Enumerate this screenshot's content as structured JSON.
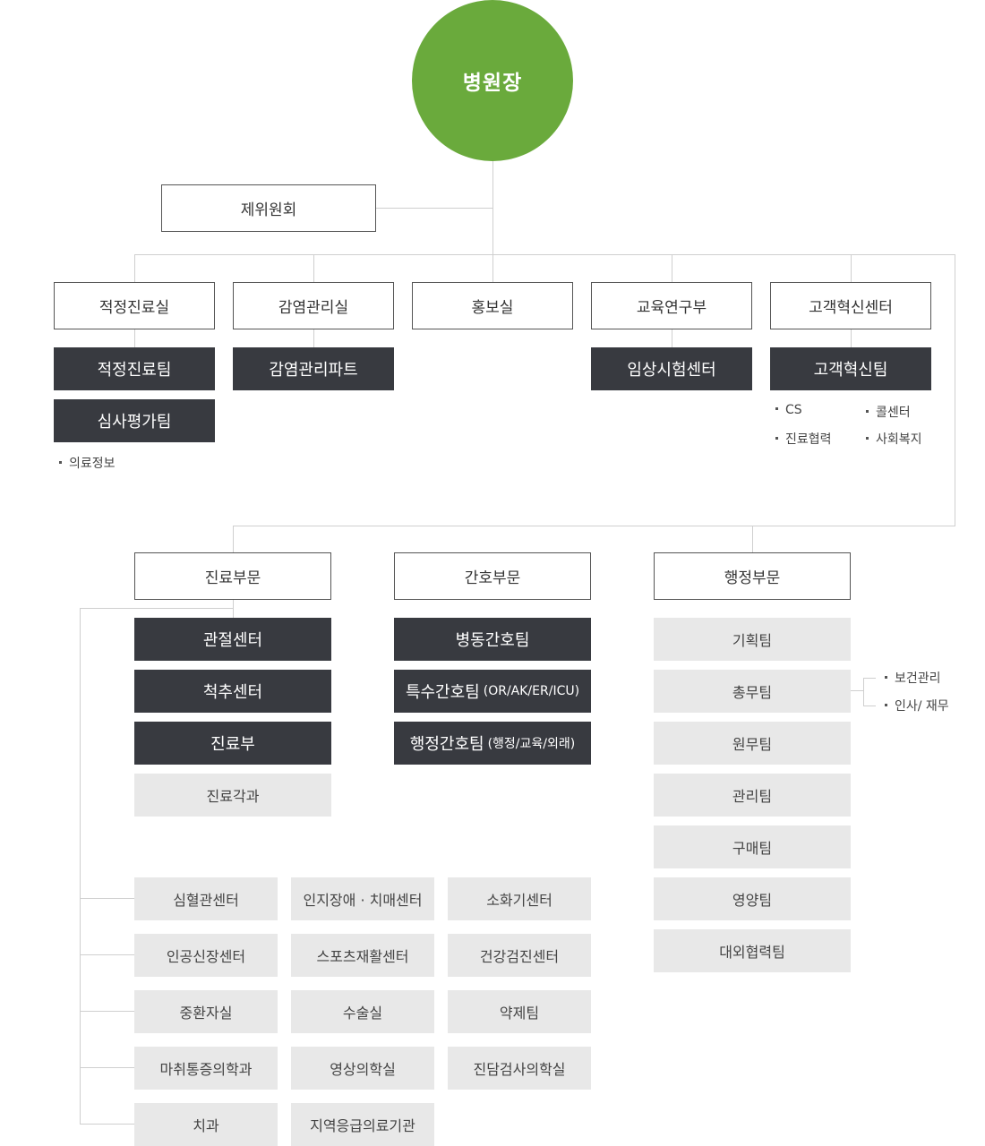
{
  "root": "병원장",
  "committee": "제위원회",
  "top_depts": [
    "적정진료실",
    "감염관리실",
    "홍보실",
    "교육연구부",
    "고객혁신센터"
  ],
  "teams": {
    "appropriate_care": [
      "적정진료팀",
      "심사평가팀"
    ],
    "infection": [
      "감염관리파트"
    ],
    "education": [
      "임상시험센터"
    ],
    "customer": [
      "고객혁신팀"
    ]
  },
  "notes": {
    "medical_info": "의료정보",
    "customer": [
      "CS",
      "콜센터",
      "진료협력",
      "사회복지"
    ],
    "general_affairs": [
      "보건관리",
      "인사/ 재무"
    ]
  },
  "divisions": [
    "진료부문",
    "간호부문",
    "행정부문"
  ],
  "medical_division": [
    "관절센터",
    "척추센터",
    "진료부",
    "진료각과"
  ],
  "nursing_division": [
    {
      "name": "병동간호팀",
      "sub": ""
    },
    {
      "name": "특수간호팀",
      "sub": "(OR/AK/ER/ICU)"
    },
    {
      "name": "행정간호팀",
      "sub": "(행정/교육/외래)"
    }
  ],
  "admin_division": [
    "기획팀",
    "총무팀",
    "원무팀",
    "관리팀",
    "구매팀",
    "영양팀",
    "대외협력팀"
  ],
  "centers": [
    [
      "심혈관센터",
      "인지장애 · 치매센터",
      "소화기센터"
    ],
    [
      "인공신장센터",
      "스포츠재활센터",
      "건강검진센터"
    ],
    [
      "중환자실",
      "수술실",
      "약제팀"
    ],
    [
      "마취통증의학과",
      "영상의학실",
      "진담검사의학실"
    ],
    [
      "치과",
      "지역응급의료기관"
    ]
  ],
  "colors": {
    "root": "#6aaa3c",
    "dark_box": "#383a40",
    "gray_box": "#e8e8e8",
    "line": "#cfcfcf"
  }
}
